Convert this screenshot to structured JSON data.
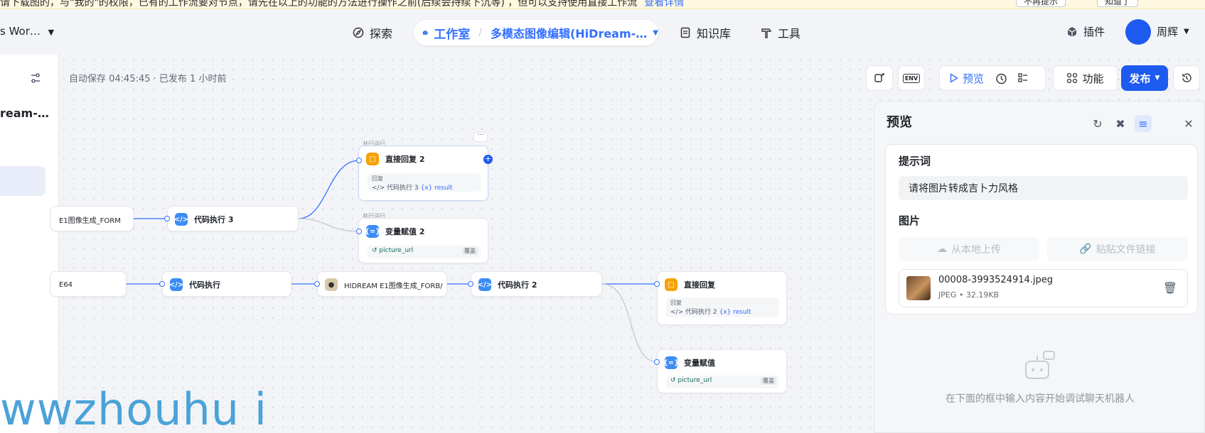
{
  "notice": {
    "text": "请下载图的，与\"我的\"的权限，已有的工作流要对节点，请先在以上的功能的方法进行操作之前(后续会持续下沉等) ，但可以支持使用直接工作流",
    "link": "查看详情",
    "btn1": "不再提示",
    "btn2": "知道了"
  },
  "topnav": {
    "workspace": "s Wor…",
    "explore": "探索",
    "studio": "工作室",
    "project": "多模态图像编辑(HiDream-…",
    "knowledge": "知识库",
    "tools": "工具",
    "plugins": "插件",
    "user": "周辉"
  },
  "left": {
    "title": "ream-…"
  },
  "autosave": "自动保存 04:45:45 · 已发布 1 小时前",
  "toolbar": {
    "env": "ENV",
    "preview": "预览",
    "features": "功能",
    "publish": "发布"
  },
  "nodes": {
    "reply2": {
      "parallel": "并行运行",
      "title": "直接回复 2",
      "body_label": "回复",
      "ref": "代码执行 3",
      "var": "{x} result"
    },
    "assign2": {
      "parallel": "并行运行",
      "title": "变量赋值 2",
      "var": "picture_url",
      "tag": "覆盖"
    },
    "hidream_form": {
      "title": "E1图像生成_FORM"
    },
    "code3": {
      "title": "代码执行 3"
    },
    "base64": {
      "title": "E64"
    },
    "code": {
      "title": "代码执行"
    },
    "hidream_forb": {
      "title": "HIDREAM E1图像生成_FORB/"
    },
    "code2": {
      "title": "代码执行 2"
    },
    "reply": {
      "title": "直接回复",
      "body_label": "回复",
      "ref": "代码执行 2",
      "var": "{x} result"
    },
    "assign": {
      "title": "变量赋值",
      "var": "picture_url",
      "tag": "覆盖"
    }
  },
  "watermark": "wwzhouhu i",
  "preview": {
    "title": "预览",
    "prompt_label": "提示词",
    "prompt_value": "请将图片转成吉卜力风格",
    "image_label": "图片",
    "upload_local": "从本地上传",
    "paste_link": "粘贴文件链接",
    "file_name": "00008-3993524914.jpeg",
    "file_meta": "JPEG • 32.19KB",
    "empty_hint": "在下面的框中输入内容开始调试聊天机器人"
  }
}
